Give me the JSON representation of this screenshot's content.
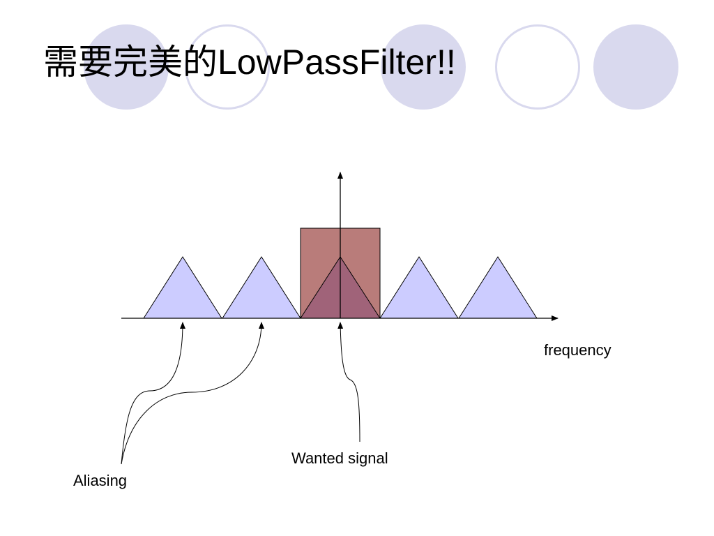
{
  "title": {
    "cjk": "需要完美的",
    "latin": "LowPassFilter!!"
  },
  "labels": {
    "axis": "frequency",
    "wanted": "Wanted signal",
    "aliasing": "Aliasing"
  },
  "colors": {
    "background": "#ffffff",
    "decoration": "#d9d9ee",
    "alias_fill": "#ccccff",
    "filter_fill": "#b97c7a",
    "signal_overlap": "#a06379",
    "stroke": "#000000"
  }
}
